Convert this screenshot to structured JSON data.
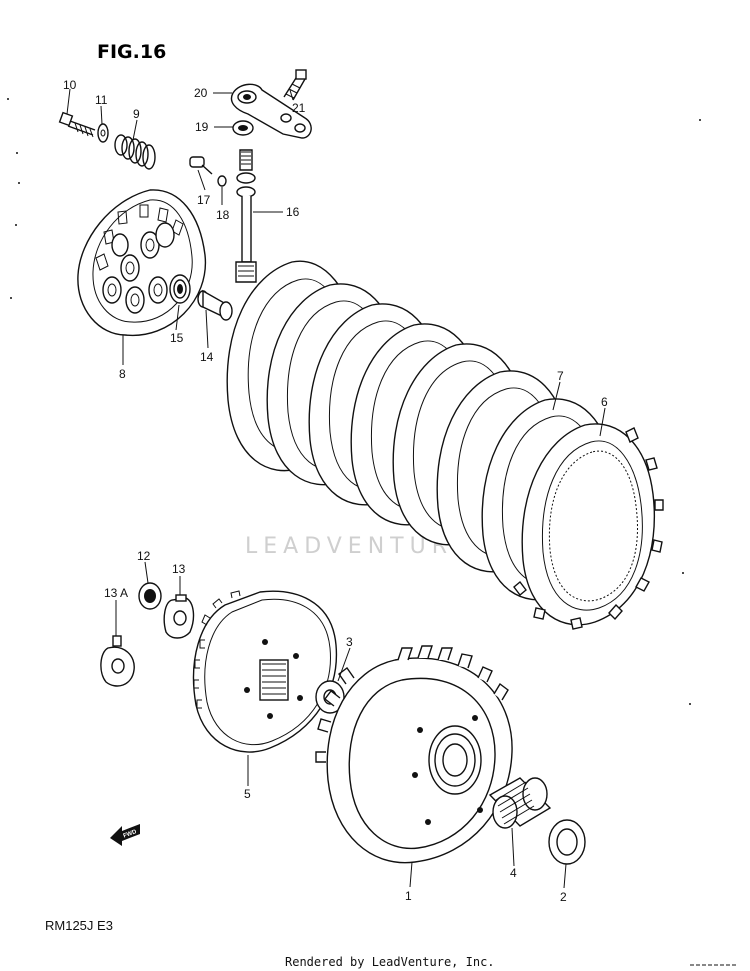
{
  "figure": {
    "title": "FIG.16",
    "model_code": "RM125J  E3",
    "footer": "Rendered by LeadVenture, Inc.",
    "watermark": "LEADVENTURE",
    "fwd_arrow": "FWD",
    "fwd_icon": "arrow-left-fwd-icon"
  },
  "callouts": {
    "p1": "1",
    "p2": "2",
    "p3": "3",
    "p4": "4",
    "p5": "5",
    "p6": "6",
    "p7": "7",
    "p8": "8",
    "p9": "9",
    "p10": "10",
    "p11": "11",
    "p12": "12",
    "p13": "13",
    "p13a": "13 A",
    "p14": "14",
    "p15": "15",
    "p16": "16",
    "p17": "17",
    "p18": "18",
    "p19": "19",
    "p20": "20",
    "p21": "21"
  },
  "colors": {
    "ink": "#111111",
    "paper": "#ffffff",
    "watermark": "#cfcfcf"
  }
}
